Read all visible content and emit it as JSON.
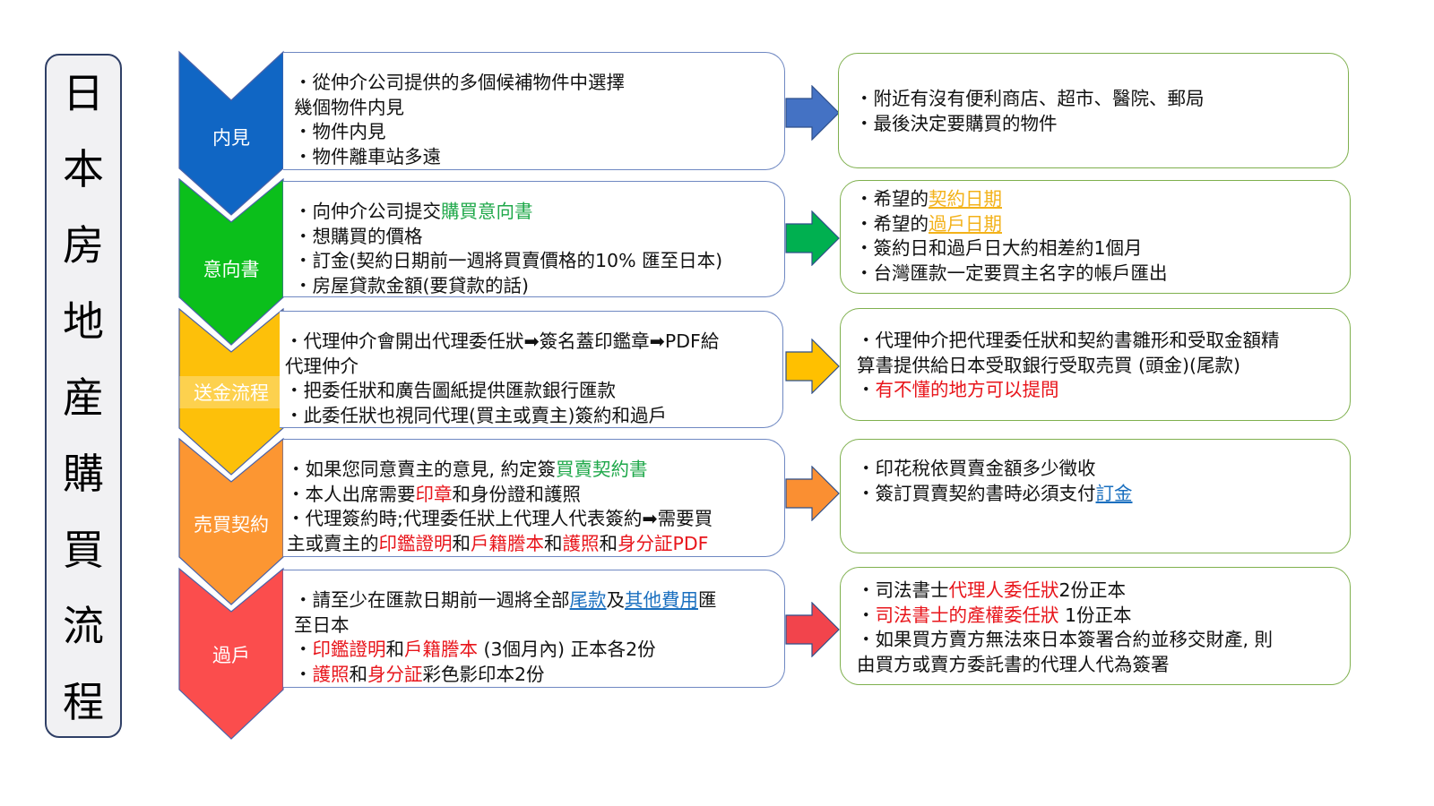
{
  "title": {
    "chars": [
      "日",
      "本",
      "房",
      "地",
      "産",
      "購",
      "買",
      "流",
      "程"
    ]
  },
  "colors": {
    "step1": "#1066c4",
    "step2": "#0bbf1b",
    "step3": "#fdc00a",
    "step4": "#fc9632",
    "step5": "#fb4d4d",
    "arrow1": "#4472c4",
    "arrow2": "#00b050",
    "arrow3": "#ffc000",
    "arrow4": "#fa8f32",
    "arrow5": "#f2444c",
    "highlight_green": "#1fa84a",
    "highlight_red": "#e8151b",
    "highlight_gold": "#f3b21a",
    "highlight_blue": "#1a6fbf"
  },
  "steps": [
    {
      "label": "内見",
      "details": [
        [
          {
            "t": "・從仲介公司提供的多個候補物件中選擇"
          }
        ],
        [
          {
            "t": "  幾個物件内見"
          }
        ],
        [
          {
            "t": "・物件内見"
          }
        ],
        [
          {
            "t": "・物件離車站多遠"
          }
        ]
      ],
      "notes": [
        [
          {
            "t": "・附近有沒有便利商店、超市、醫院、郵局"
          }
        ],
        [
          {
            "t": "・最後決定要購買的物件"
          }
        ]
      ]
    },
    {
      "label": "意向書",
      "details": [
        [
          {
            "t": "・向仲介公司提交"
          },
          {
            "t": "購買意向書",
            "c": "green"
          }
        ],
        [
          {
            "t": "・想購買的價格"
          }
        ],
        [
          {
            "t": "・訂金(契約日期前一週將買賣價格的10% 匯至日本)"
          }
        ],
        [
          {
            "t": "・房屋貸款金額(要貸款的話)"
          }
        ]
      ],
      "notes": [
        [
          {
            "t": "・希望的"
          },
          {
            "t": "契約日期",
            "c": "gold"
          }
        ],
        [
          {
            "t": "・希望的"
          },
          {
            "t": "過戶日期",
            "c": "gold"
          }
        ],
        [
          {
            "t": "・簽約日和過戶日大約相差約1個月"
          }
        ],
        [
          {
            "t": "・台灣匯款一定要買主名字的帳戶匯出"
          }
        ]
      ]
    },
    {
      "label": "送金流程",
      "details": [
        [
          {
            "t": "・代理仲介會開出代理委任狀➡簽名蓋印鑑章➡PDF給"
          }
        ],
        [
          {
            "t": "代理仲介"
          }
        ],
        [
          {
            "t": "・把委任狀和廣告圖紙提供匯款銀行匯款"
          }
        ],
        [
          {
            "t": "・此委任狀也視同代理(買主或賣主)簽約和過戶"
          }
        ]
      ],
      "notes": [
        [
          {
            "t": "・代理仲介把代理委任狀和契約書雛形和受取金額精"
          }
        ],
        [
          {
            "t": "算書提供給日本受取銀行受取売買 (頭金)(尾款)"
          }
        ],
        [
          {
            "t": "・"
          },
          {
            "t": "有不懂的地方可以提問",
            "c": "red"
          }
        ]
      ]
    },
    {
      "label": "売買契約",
      "details": [
        [
          {
            "t": "・如果您同意賣主的意見, 約定簽"
          },
          {
            "t": "買賣契約書",
            "c": "green"
          }
        ],
        [
          {
            "t": "・本人出席需要"
          },
          {
            "t": "印章",
            "c": "red"
          },
          {
            "t": "和身份證和護照"
          }
        ],
        [
          {
            "t": "・代理簽約時;代理委任狀上代理人代表簽約➡需要買"
          }
        ],
        [
          {
            "t": "主或賣主的"
          },
          {
            "t": "印鑑證明",
            "c": "red"
          },
          {
            "t": "和"
          },
          {
            "t": "戶籍謄本",
            "c": "red"
          },
          {
            "t": "和"
          },
          {
            "t": "護照",
            "c": "red"
          },
          {
            "t": "和"
          },
          {
            "t": "身分証PDF",
            "c": "red"
          }
        ]
      ],
      "notes": [
        [
          {
            "t": "・印花稅依買賣金額多少徵收"
          }
        ],
        [
          {
            "t": "・簽訂買賣契約書時必須支付"
          },
          {
            "t": "訂金",
            "c": "blue"
          }
        ]
      ]
    },
    {
      "label": "過戶",
      "details": [
        [
          {
            "t": "・請至少在匯款日期前一週將全部"
          },
          {
            "t": "尾款",
            "c": "blue"
          },
          {
            "t": "及"
          },
          {
            "t": "其他費用",
            "c": "blue"
          },
          {
            "t": "匯"
          }
        ],
        [
          {
            "t": "  至日本"
          }
        ],
        [
          {
            "t": "・"
          },
          {
            "t": "印鑑證明",
            "c": "red"
          },
          {
            "t": "和"
          },
          {
            "t": "戶籍謄本",
            "c": "red"
          },
          {
            "t": " (3個月內) 正本各2份"
          }
        ],
        [
          {
            "t": "・"
          },
          {
            "t": "護照",
            "c": "red"
          },
          {
            "t": "和"
          },
          {
            "t": "身分証",
            "c": "red"
          },
          {
            "t": "彩色影印本2份"
          }
        ]
      ],
      "notes": [
        [
          {
            "t": "・司法書士"
          },
          {
            "t": "代理人委任狀",
            "c": "red"
          },
          {
            "t": "2份正本"
          }
        ],
        [
          {
            "t": "・"
          },
          {
            "t": "司法書士的產權委任狀",
            "c": "red"
          },
          {
            "t": " 1份正本"
          }
        ],
        [
          {
            "t": "・如果買方賣方無法來日本簽署合約並移交財產, 則"
          }
        ],
        [
          {
            "t": "由買方或賣方委託書的代理人代為簽署"
          }
        ]
      ]
    }
  ]
}
